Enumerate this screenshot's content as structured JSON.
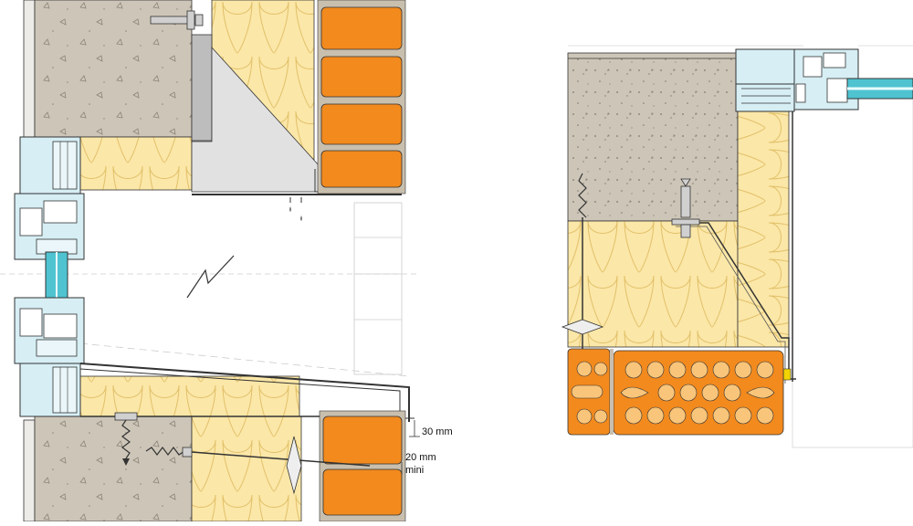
{
  "annotations": {
    "cavity_width": "30 mm",
    "drip_clearance_value": "20 mm",
    "drip_clearance_qualifier": "mini"
  },
  "colors": {
    "concrete": "#cdc6b8",
    "insulation": "#fbe7a8",
    "insulation_line": "#e2c068",
    "brick": "#f28a1e",
    "mortar": "#c9bfae",
    "frame": "#d6eef4",
    "glass": "#4fc3d0",
    "steel": "#c8c8c8",
    "line": "#1a1a1a"
  },
  "icons": [
    "anchor-bolt-icon",
    "wall-tie-icon",
    "drip-icon",
    "break-line-icon"
  ]
}
